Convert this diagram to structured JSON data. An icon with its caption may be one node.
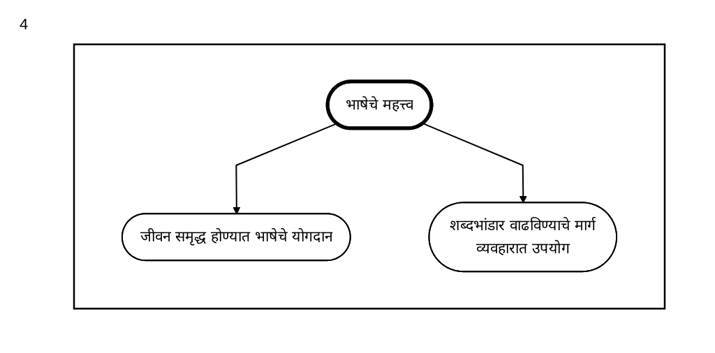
{
  "diagram": {
    "nodes": [
      {
        "text": [],
        "shape": "box"
      },
      {
        "text": [
          "भाषेचे महत्त्व"
        ],
        "in": 0
      },
      {
        "text": [
          "जीवन समृद्ध होण्यात भाषेचे योगदान"
        ],
        "in": 0
      },
      {
        "text": [
          "शब्दभांडार वाढविण्याचे मार्ग",
          "व्यवहारात उपयोग"
        ],
        "in": 0
      }
    ],
    "edges": [
      {
        "from": 1,
        "to": 2,
        "arrow": "to"
      },
      {
        "from": 1,
        "to": 3,
        "arrow": "to"
      }
    ],
    "labels": [
      "4"
    ]
  }
}
